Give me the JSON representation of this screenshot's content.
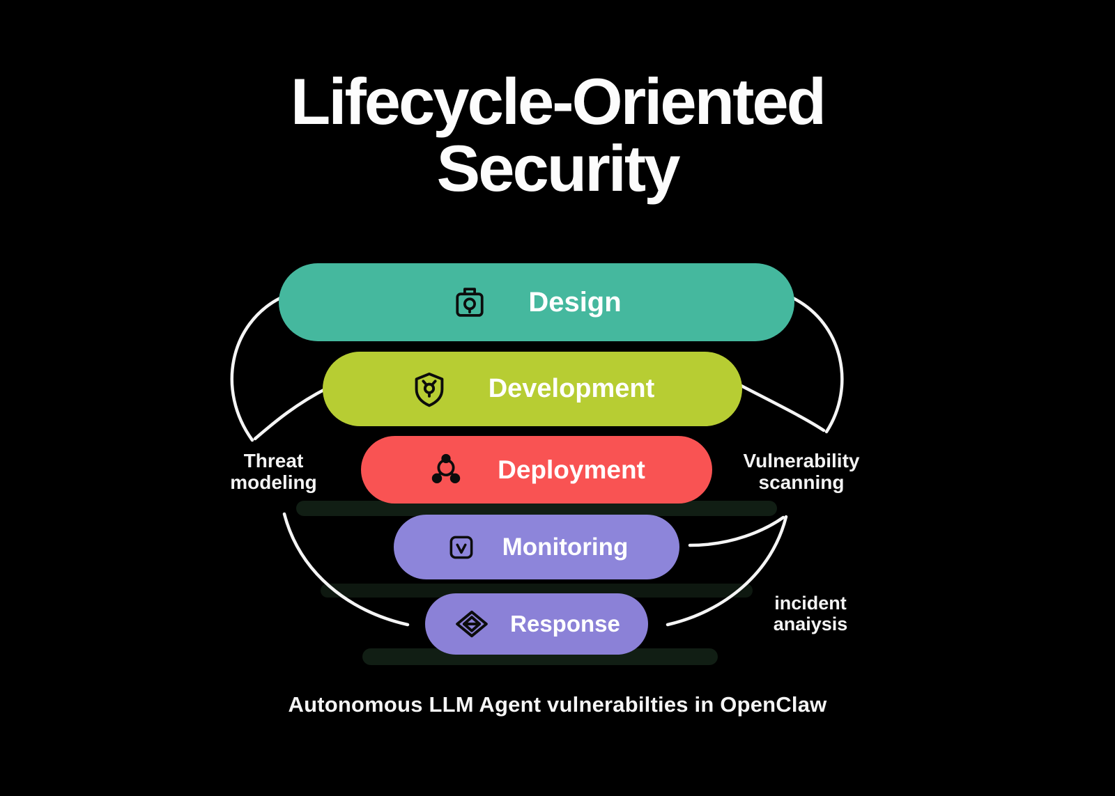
{
  "title": {
    "line1": "Lifecycle-Oriented",
    "line2": "Security"
  },
  "caption": "Autonomous LLM Agent vulnerabilties in OpenClaw",
  "annotations": {
    "threat": {
      "line1": "Threat",
      "line2": "modeling"
    },
    "vulnerability": {
      "line1": "Vulnerability",
      "line2": "scanning"
    },
    "incident": {
      "line1": "incident",
      "line2": "anaiysis"
    }
  },
  "stages": [
    {
      "label": "Design",
      "color": "#45b89e",
      "icon": "camera-icon"
    },
    {
      "label": "Development",
      "color": "#b7cd33",
      "icon": "shield-bug-icon"
    },
    {
      "label": "Deployment",
      "color": "#f95353",
      "icon": "molecule-icon"
    },
    {
      "label": "Monitoring",
      "color": "#8d85da",
      "icon": "checkbox-icon"
    },
    {
      "label": "Response",
      "color": "#8b81d7",
      "icon": "diamond-icon"
    }
  ],
  "line_color": "#f5f5f5",
  "background_color": "#000000"
}
